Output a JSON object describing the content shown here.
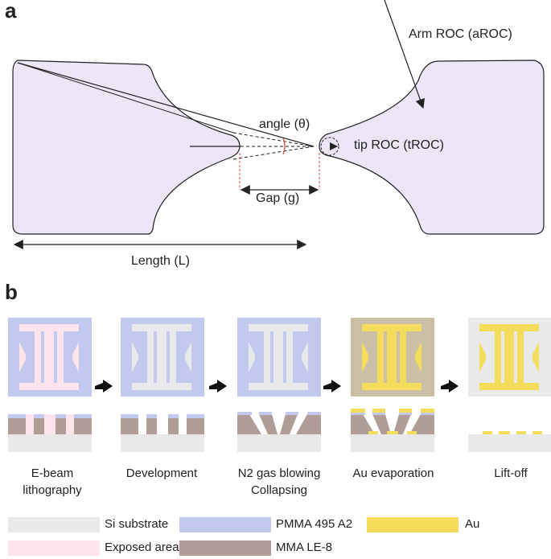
{
  "panel_a": {
    "label": "a",
    "annotations": {
      "arm_roc": "Arm ROC (aROC)",
      "angle": "angle (θ)",
      "tip_roc": "tip ROC (tROC)",
      "gap": "Gap (g)",
      "length": "Length (L)"
    }
  },
  "panel_b": {
    "label": "b",
    "steps": [
      {
        "label_line1": "E-beam",
        "label_line2": "lithography"
      },
      {
        "label_line1": "Development",
        "label_line2": ""
      },
      {
        "label_line1": "N2 gas blowing",
        "label_line2": "Collapsing"
      },
      {
        "label_line1": "Au evaporation",
        "label_line2": ""
      },
      {
        "label_line1": "Lift-off",
        "label_line2": ""
      }
    ],
    "legend": [
      {
        "label": "Si substrate",
        "color": "#e8e9e8"
      },
      {
        "label": "PMMA 495 A2",
        "color": "#c3c8ee"
      },
      {
        "label": "Au",
        "color": "#f5dd5c"
      },
      {
        "label": "Exposed area",
        "color": "#fde3ea"
      },
      {
        "label": "MMA LE-8",
        "color": "#b19d97"
      }
    ]
  },
  "colors": {
    "shape_fill": "#ece6f6",
    "si": "#e8e9e8",
    "pmma": "#c3c8ee",
    "au": "#f5dd5c",
    "exposed": "#fde3ea",
    "mma": "#b19d97",
    "gap_marker": "#d9534f"
  }
}
